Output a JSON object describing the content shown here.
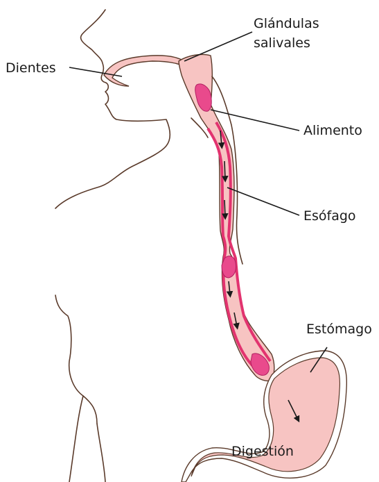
{
  "labels": {
    "teeth": "Dientes",
    "salivary_line1": "Glándulas",
    "salivary_line2": "salivales",
    "food": "Alimento",
    "esophagus": "Esófago",
    "stomach": "Estómago",
    "digestion": "Digestión"
  },
  "colors": {
    "tissue_fill": "#f7c4c2",
    "tissue_wall": "#e2336f",
    "food_bolus": "#e94a8c",
    "outline": "#5a3a2a",
    "text": "#1a1a1a"
  }
}
